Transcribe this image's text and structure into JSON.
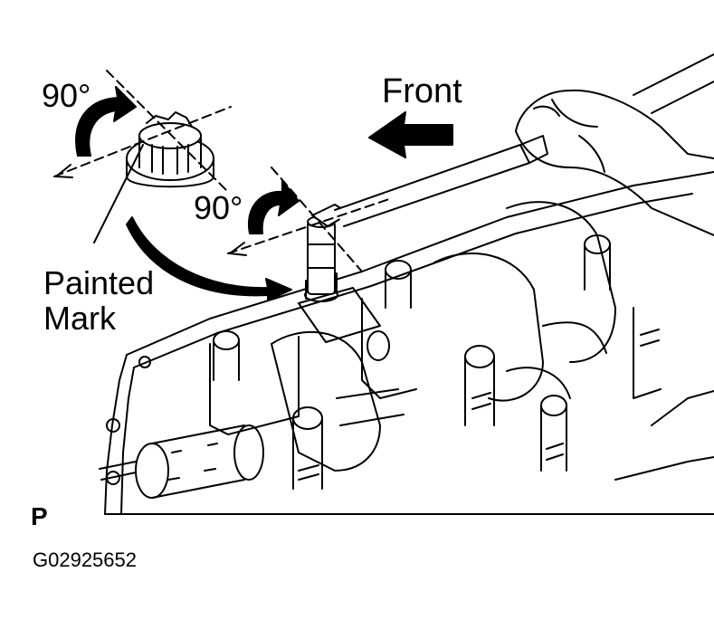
{
  "labels": {
    "angle_first": "90°",
    "angle_second": "90°",
    "front": "Front",
    "painted": "Painted",
    "mark": "Mark",
    "view_code": "P",
    "figure_code": "G02925652"
  },
  "colors": {
    "ink": "#000000",
    "paper": "#ffffff"
  }
}
